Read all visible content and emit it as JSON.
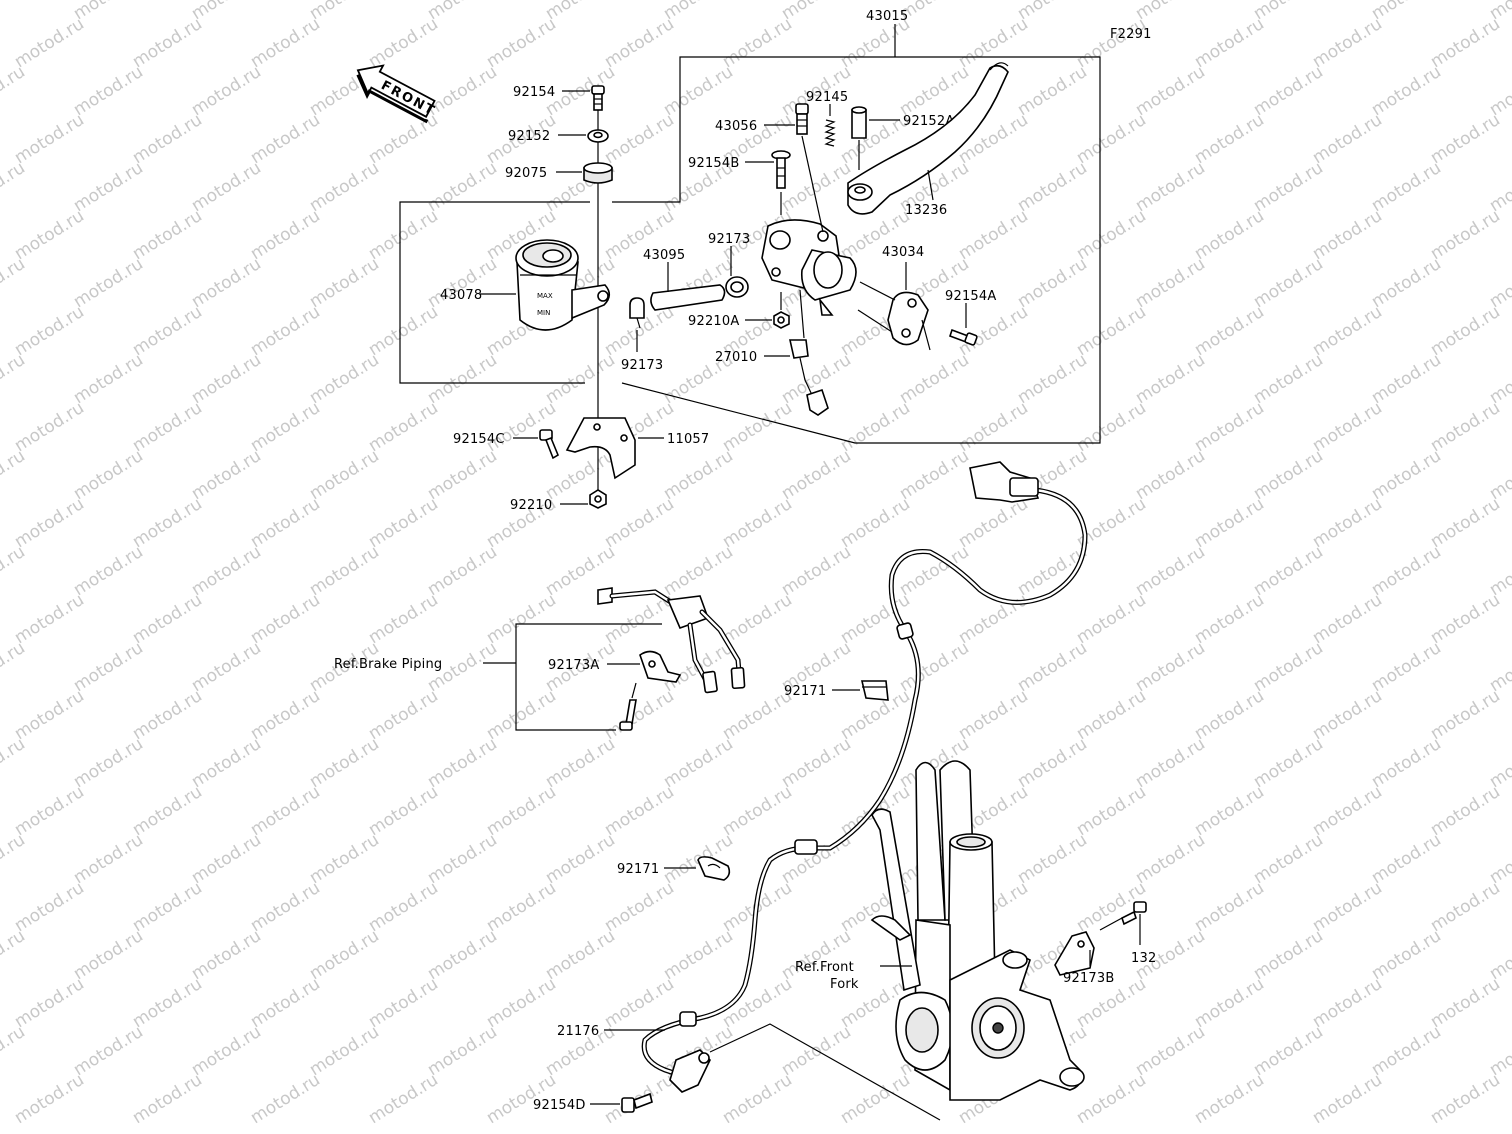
{
  "figure_code": "F2291",
  "front_arrow_text": "FRONT",
  "watermark_text": "motod.ru",
  "labels": {
    "p43015": "43015",
    "p92154": "92154",
    "p92152": "92152",
    "p92075": "92075",
    "p92145": "92145",
    "p43056": "43056",
    "p92152A": "92152A",
    "p92154B": "92154B",
    "p13236": "13236",
    "p92173a": "92173",
    "p43095": "43095",
    "p43034": "43034",
    "p43078": "43078",
    "p92154A": "92154A",
    "p92210A": "92210A",
    "p92173b": "92173",
    "p27010": "27010",
    "p92154C": "92154C",
    "p11057": "11057",
    "p92210": "92210",
    "ref_brake_piping": "Ref.Brake Piping",
    "p92173A": "92173A",
    "p92171a": "92171",
    "p92171b": "92171",
    "ref_front_fork_1": "Ref.Front",
    "ref_front_fork_2": "Fork",
    "p132": "132",
    "p92173B": "92173B",
    "p21176": "21176",
    "p92154D": "92154D"
  }
}
